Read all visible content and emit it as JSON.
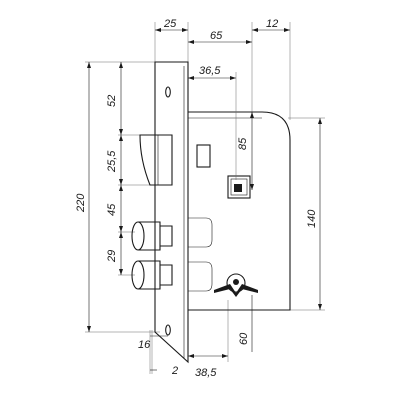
{
  "drawing": {
    "subject": "mortise lock technical drawing",
    "colors": {
      "line": "#1a1a1a",
      "extension": "#6a6a6a",
      "background": "#ffffff"
    }
  },
  "dimensions": {
    "faceplate_width": "25",
    "case_depth": "65",
    "case_extra": "12",
    "backset": "36,5",
    "follower_to_latch": "85",
    "case_height": "140",
    "total_height": "220",
    "top_to_latch": "52",
    "latch_height": "25,5",
    "latch_to_bolt": "45",
    "bolt_spacing": "29",
    "bottom_hole": "16",
    "faceplate_thickness": "2",
    "backset_bottom": "38,5",
    "keyhole_distance": "60"
  }
}
